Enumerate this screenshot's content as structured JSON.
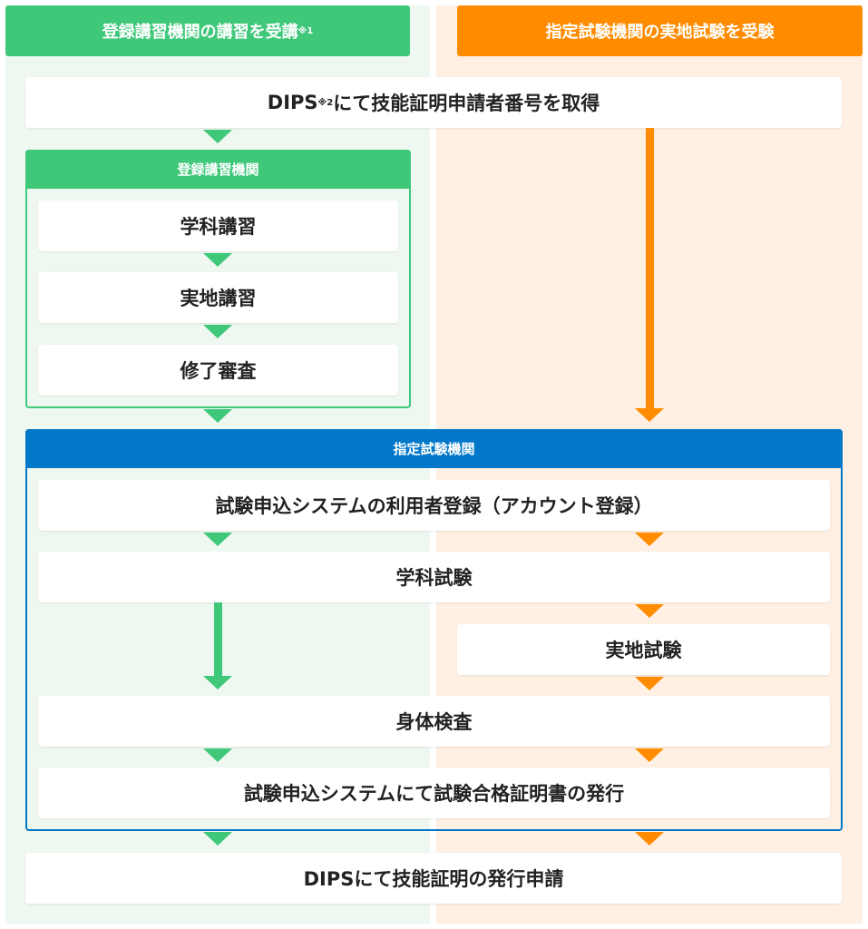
{
  "columns": {
    "left": {
      "title": "登録講習機関の講習を受講",
      "note": "※1",
      "color": "#3fc87a"
    },
    "right": {
      "title": "指定試験機関の実地試験を受験",
      "color": "#ff8c00"
    }
  },
  "steps": {
    "dips_id": {
      "pre": "DIPS",
      "note": "※2",
      "post": "にて技能証明申請者番号を取得"
    },
    "course_org": {
      "title": "登録講習機関",
      "items": [
        "学科講習",
        "実地講習",
        "修了審査"
      ]
    },
    "exam_org": {
      "title": "指定試験機関",
      "color": "#0077c8",
      "register": "試験申込システムの利用者登録（アカウント登録）",
      "written": "学科試験",
      "practical": "実地試験",
      "physical": "身体検査",
      "certificate": "試験申込システムにて試験合格証明書の発行"
    },
    "final": "DIPSにて技能証明の発行申請"
  }
}
